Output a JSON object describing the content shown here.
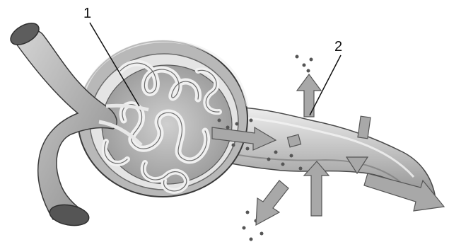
{
  "labels": {
    "label_1": "1",
    "label_2": "2"
  },
  "icons": [
    "nephron-glomerulus-illustration",
    "fluid-flow-arrow",
    "particle-dots"
  ],
  "colors": {
    "background": "#ffffff",
    "tissue_light": "#d9d9d9",
    "tissue_mid": "#a9a9a9",
    "tissue_dark": "#6e6e6e",
    "outline": "#3a3a3a"
  }
}
